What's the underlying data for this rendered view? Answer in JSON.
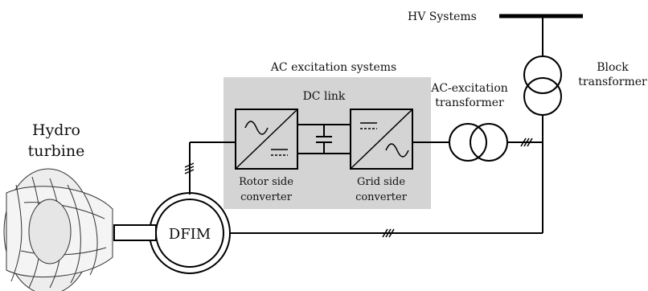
{
  "labels": {
    "hv_systems": "HV Systems",
    "block_transformer_1": "Block",
    "block_transformer_2": "transformer",
    "ac_excitation_systems": "AC excitation systems",
    "ac_excitation_transformer_1": "AC-excitation",
    "ac_excitation_transformer_2": "transformer",
    "dc_link": "DC link",
    "rotor_side_1": "Rotor side",
    "rotor_side_2": "converter",
    "grid_side_1": "Grid side",
    "grid_side_2": "converter",
    "hydro_turbine_1": "Hydro",
    "hydro_turbine_2": "turbine",
    "dfim": "DFIM"
  },
  "colors": {
    "excitation_box_fill": "#d4d4d4",
    "line": "#000000"
  }
}
